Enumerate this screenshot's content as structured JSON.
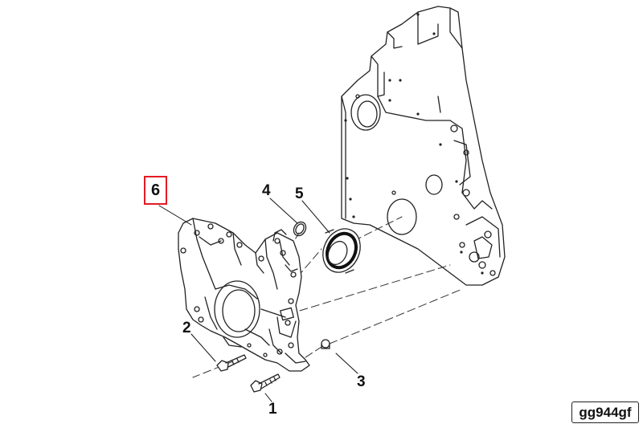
{
  "diagram": {
    "callouts": {
      "c1": "1",
      "c2": "2",
      "c3": "3",
      "c4": "4",
      "c5": "5",
      "c6": "6"
    },
    "highlighted_callout": "6",
    "highlight_color": "#e31b23",
    "reference_code": "gg944gf"
  }
}
